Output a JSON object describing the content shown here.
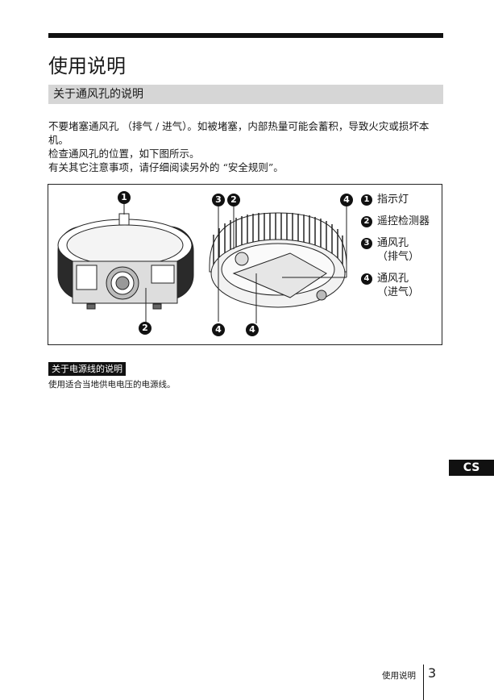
{
  "page": {
    "title": "使用说明",
    "section_title": "关于通风孔的说明",
    "paragraphs": [
      "不要堵塞通风孔 （排气 / 进气）。如被堵塞，内部热量可能会蓄积，导致火灾或损坏本机。",
      "检查通风孔的位置，如下图所示。",
      "有关其它注意事项，请仔细阅读另外的 “安全规则”。"
    ],
    "figure": {
      "legend": [
        {
          "num": "1",
          "label": "指示灯"
        },
        {
          "num": "2",
          "label": "遥控检测器"
        },
        {
          "num": "3",
          "label": "通风孔\n（排气）"
        },
        {
          "num": "4",
          "label": "通风孔\n（进气）"
        }
      ],
      "callouts": {
        "front_top": "1",
        "front_bottom": "2",
        "back_left_a": "3",
        "back_left_b": "2",
        "back_right": "4",
        "back_bottom_a": "4",
        "back_bottom_b": "4"
      }
    },
    "subsection_title": "关于电源线的说明",
    "subsection_text": "使用适合当地供电电压的电源线。",
    "language_tab": "CS",
    "footer_text": "使用说明",
    "page_number": "3"
  }
}
